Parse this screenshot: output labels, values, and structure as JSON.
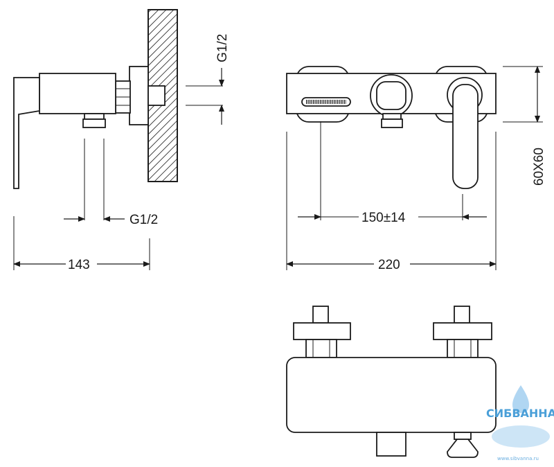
{
  "dimensions": {
    "thread_top": "G1/2",
    "thread_bottom": "G1/2",
    "depth": "143",
    "width": "220",
    "centers": "150±14",
    "plate": "60X60"
  },
  "logo": {
    "name": "СИБВАННА",
    "site": "www.sibvanna.ru"
  },
  "colors": {
    "line": "#1a1a1a",
    "logo": "#4a9fd8"
  }
}
